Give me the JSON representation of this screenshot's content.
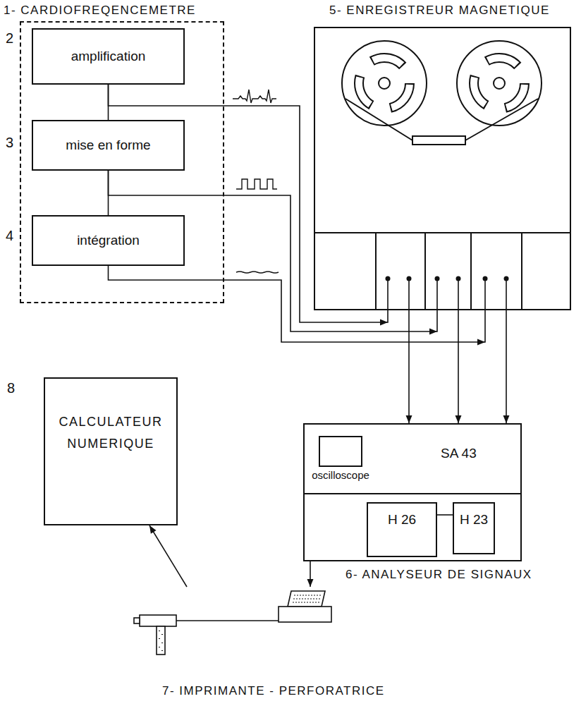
{
  "diagram": {
    "nodes": [
      {
        "text": [
          "1- CARDIOFREQENCEMETRE"
        ]
      },
      {
        "text": [
          "amplification"
        ],
        "in": 0
      },
      {
        "text": [
          "mise en forme"
        ],
        "in": 0
      },
      {
        "text": [
          "intégration"
        ],
        "in": 0
      },
      {
        "text": [
          "5- ENREGISTREUR MAGNETIQUE"
        ]
      },
      {
        "text": [
          "SA 43",
          "6- ANALYSEUR DE SIGNAUX"
        ]
      },
      {
        "text": [
          "oscilloscope"
        ],
        "in": 5
      },
      {
        "text": [
          "H 26"
        ],
        "in": 5
      },
      {
        "text": [
          "H 23"
        ],
        "in": 5
      },
      {
        "text": [
          "7- IMPRIMANTE - PERFORATRICE"
        ]
      },
      {
        "text": [
          "CALCULATEUR NUMERIQUE"
        ]
      }
    ],
    "edges": [
      {
        "from": 1,
        "to": 2,
        "arrow": "none"
      },
      {
        "from": 2,
        "to": 3,
        "arrow": "none"
      },
      {
        "from": 1,
        "to": 4,
        "arrow": "to"
      },
      {
        "from": 2,
        "to": 4,
        "arrow": "to"
      },
      {
        "from": 3,
        "to": 4,
        "arrow": "to"
      },
      {
        "from": 4,
        "to": 5,
        "arrow": "to"
      },
      {
        "from": 4,
        "to": 5,
        "arrow": "to"
      },
      {
        "from": 4,
        "to": 5,
        "arrow": "to"
      },
      {
        "from": 7,
        "to": 8,
        "arrow": "none"
      },
      {
        "from": 5,
        "to": 9,
        "arrow": "to"
      },
      {
        "from": 9,
        "to": 10,
        "arrow": "to"
      }
    ],
    "labels": [
      "2",
      "3",
      "4",
      "8"
    ]
  }
}
